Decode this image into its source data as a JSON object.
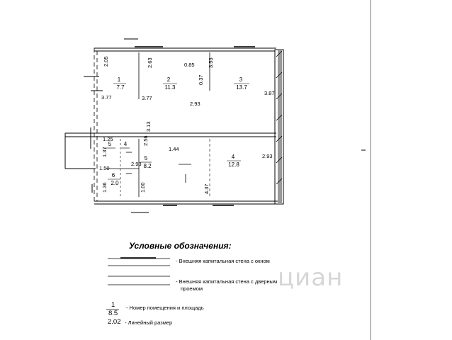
{
  "rooms": [
    {
      "number": "1",
      "area": "7.7"
    },
    {
      "number": "2",
      "area": "11.3"
    },
    {
      "number": "3",
      "area": "13.7"
    },
    {
      "number": "4",
      "area": "12.8"
    },
    {
      "number": "5",
      "area": "8.2"
    },
    {
      "number": "6",
      "area": "2.0"
    },
    {
      "number": "5",
      "area": ""
    },
    {
      "number": "4",
      "area": ""
    }
  ],
  "dimensions": [
    "2.05",
    "2.63",
    "0.85",
    "3.53",
    "0.37",
    "3.77",
    "3.77",
    "2.93",
    "3.87",
    "3.13",
    "1.25",
    "1.37",
    "2.56",
    "1.44",
    "2.93",
    "2.93",
    "1.50",
    "1.36",
    "1.00",
    "4.37"
  ],
  "legend": {
    "title": "Условные обозначения:",
    "window_wall": "- Внешняя капитальная стена с окном",
    "door_wall_line1": "- Внешняя капитальная стена с дверным",
    "door_wall_line2": "проемом",
    "sample_number": "1",
    "sample_area": "8.5",
    "room_number_caption": "- Номер помещения и площадь",
    "sample_dimension": "2.02",
    "dimension_caption": "- Линейный размер"
  },
  "watermark": "циан"
}
